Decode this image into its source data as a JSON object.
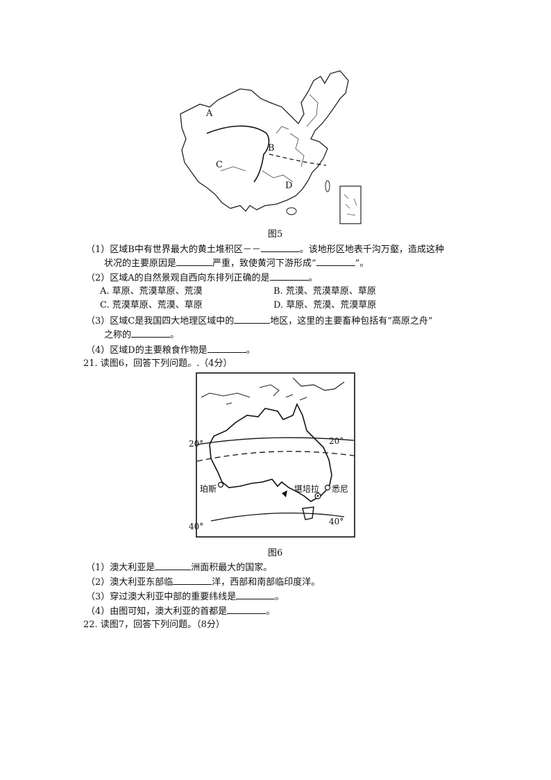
{
  "fig5": {
    "caption": "图5",
    "labels": {
      "a": "A",
      "b": "B",
      "c": "C",
      "d": "D"
    }
  },
  "q20": {
    "p1_a": "（1）区域B中有世界最大的黄土堆积区－－",
    "p1_b": "。该地形区地表千沟万壑，造成这种",
    "p1_c": "状况的主要原因是",
    "p1_d": "严重，致使黄河下游形成“",
    "p1_e": "”。",
    "p2": "（2）区域A的自然景观自西向东排列正确的是",
    "p2_end": "。",
    "optA": "A. 草原、荒漠草原、荒漠",
    "optB": "B. 荒漠、荒漠草原、草原",
    "optC": "C. 荒漠草原、荒漠、草原",
    "optD": "D. 草原、荒漠、荒漠草原",
    "p3_a": "（3）区域C是我国四大地理区域中的",
    "p3_b": "地区，这里的主要畜种包括有“高原之舟”",
    "p3_c": "之称的",
    "p3_d": "。",
    "p4_a": "（4）区域D的主要粮食作物是",
    "p4_b": "。"
  },
  "q21": {
    "title": "21. 读图6，回答下列问题。.（4分）",
    "p1_a": "（1）澳大利亚是",
    "p1_b": "洲面积最大的国家。",
    "p2_a": "（2）澳大利亚东部临",
    "p2_b": "洋，西部和南部临印度洋。",
    "p3_a": "（3）穿过澳大利亚中部的重要纬线是",
    "p3_b": "。",
    "p4_a": "（4）由图可知，澳大利亚的首都是",
    "p4_b": "。"
  },
  "fig6": {
    "caption": "图6",
    "lat20_left": "20°",
    "lat20_right": "20°",
    "lat40_left": "40°",
    "lat40_right": "40°",
    "perth": "珀斯",
    "canberra": "堪培拉",
    "sydney": "悉尼"
  },
  "q22": {
    "title": "22. 读图7，回答下列问题。（8分）"
  }
}
